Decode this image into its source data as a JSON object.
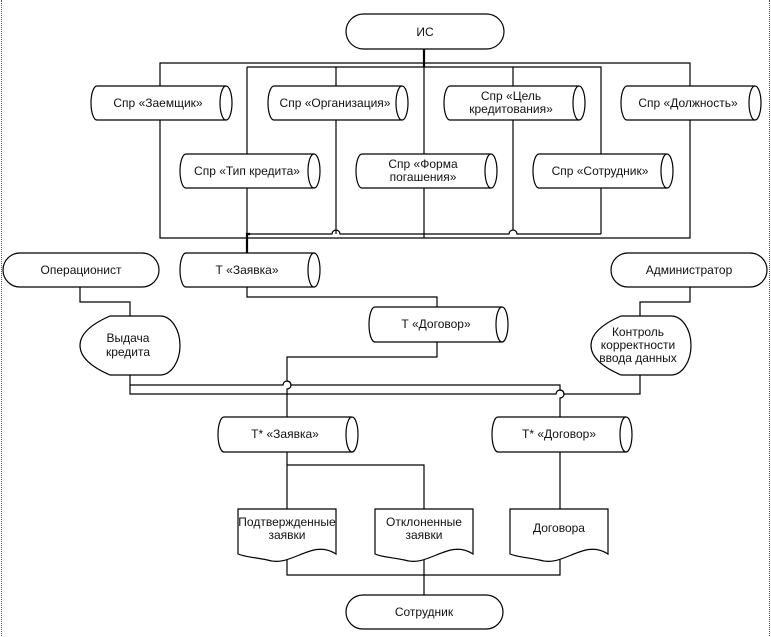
{
  "root": {
    "label": "ИС"
  },
  "directories": [
    {
      "lines": [
        "Спр «Заемщик»"
      ]
    },
    {
      "lines": [
        "Спр «Организация»"
      ]
    },
    {
      "lines": [
        "Спр «Цель",
        "кредитования»"
      ]
    },
    {
      "lines": [
        "Спр «Должность»"
      ]
    },
    {
      "lines": [
        "Спр «Тип кредита»"
      ]
    },
    {
      "lines": [
        "Спр «Форма",
        "погашения»"
      ]
    },
    {
      "lines": [
        "Спр «Сотрудник»"
      ]
    }
  ],
  "actors": {
    "operator": "Операционист",
    "admin": "Администратор",
    "employee": "Сотрудник"
  },
  "tables": {
    "application": "Т «Заявка»",
    "contract": "Т «Договор»",
    "application_star": "Т* «Заявка»",
    "contract_star": "Т* «Договор»"
  },
  "processes": {
    "issue": [
      "Выдача",
      "кредита"
    ],
    "control": [
      "Контроль",
      "корректности",
      "ввода данных"
    ]
  },
  "documents": {
    "confirmed": [
      "Подтвержденные",
      "заявки"
    ],
    "rejected": [
      "Отклоненные",
      "заявки"
    ],
    "contracts": [
      "Договора"
    ]
  }
}
